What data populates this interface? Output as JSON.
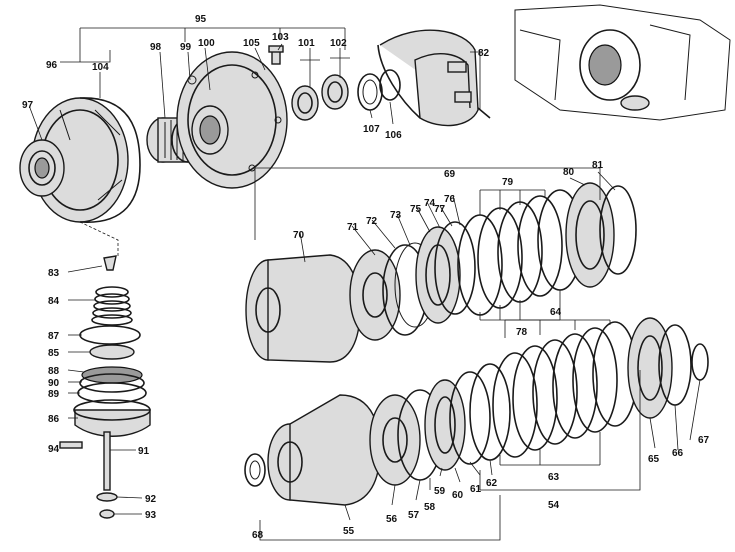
{
  "callouts": {
    "c95": "95",
    "c96": "96",
    "c104": "104",
    "c97": "97",
    "c98": "98",
    "c99": "99",
    "c100": "100",
    "c105": "105",
    "c103": "103",
    "c101": "101",
    "c102": "102",
    "c82": "82",
    "c107": "107",
    "c106": "106",
    "c69": "69",
    "c70": "70",
    "c71": "71",
    "c72": "72",
    "c73": "73",
    "c75": "75",
    "c74": "74",
    "c76": "76",
    "c77": "77",
    "c79": "79",
    "c80": "80",
    "c81": "81",
    "c78": "78",
    "c83": "83",
    "c84": "84",
    "c87": "87",
    "c85": "85",
    "c88": "88",
    "c90": "90",
    "c89": "89",
    "c86": "86",
    "c94": "94",
    "c91": "91",
    "c92": "92",
    "c93": "93",
    "c64": "64",
    "c67": "67",
    "c66": "66",
    "c65": "65",
    "c63": "63",
    "c54": "54",
    "c62": "62",
    "c61": "61",
    "c60": "60",
    "c59": "59",
    "c58": "58",
    "c57": "57",
    "c56": "56",
    "c55": "55",
    "c68": "68"
  }
}
